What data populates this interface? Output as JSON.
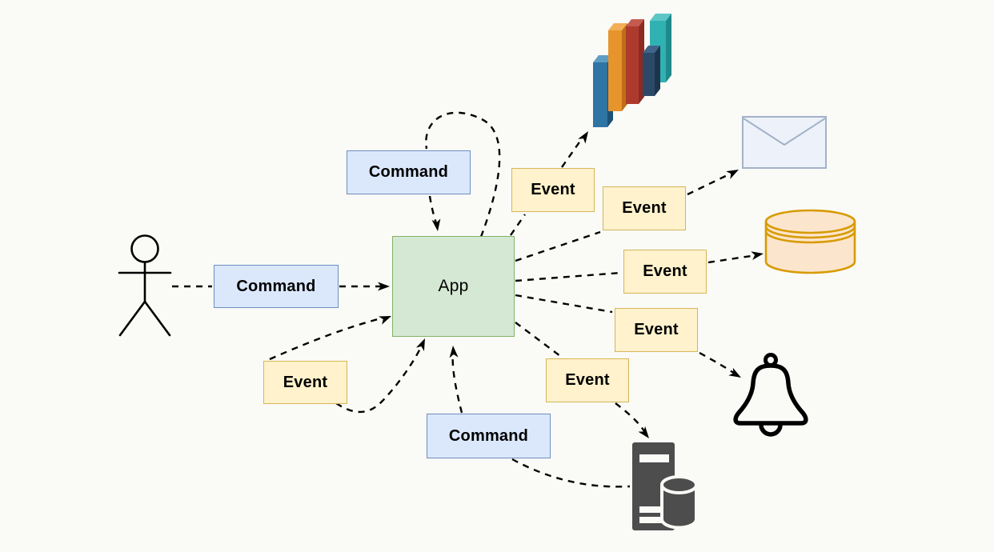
{
  "background": "#FAFAF7",
  "nodes": {
    "app": {
      "label": "App"
    },
    "command_left": {
      "label": "Command"
    },
    "command_top": {
      "label": "Command"
    },
    "command_bottom": {
      "label": "Command"
    },
    "event_feedback": {
      "label": "Event"
    },
    "event_to_chart": {
      "label": "Event"
    },
    "event_to_mail": {
      "label": "Event"
    },
    "event_to_database": {
      "label": "Event"
    },
    "event_to_bell": {
      "label": "Event"
    },
    "event_to_server": {
      "label": "Event"
    }
  },
  "icons": {
    "actor": "stick-figure-actor",
    "chart": "bar-chart-icon",
    "mail": "envelope-icon",
    "database": "database-cylinder-icon",
    "bell": "notification-bell-icon",
    "server": "server-database-icon"
  },
  "colors": {
    "command_fill": "#DBE8FC",
    "command_stroke": "#6C8EBF",
    "event_fill": "#FFF2CC",
    "event_stroke": "#D6B656",
    "app_fill": "#D5E8D4",
    "app_stroke": "#82B366",
    "connector": "#000000",
    "chart_bar_colors": [
      "#2E74A4",
      "#E8942D",
      "#AE3A2E",
      "#2C4A67",
      "#31B2B2"
    ],
    "database_fill": "#FCE5CD",
    "database_stroke": "#D79B00",
    "server_fill": "#4D4D4D",
    "mail_fill": "#EDF2FA",
    "mail_stroke": "#A3B2C8"
  }
}
